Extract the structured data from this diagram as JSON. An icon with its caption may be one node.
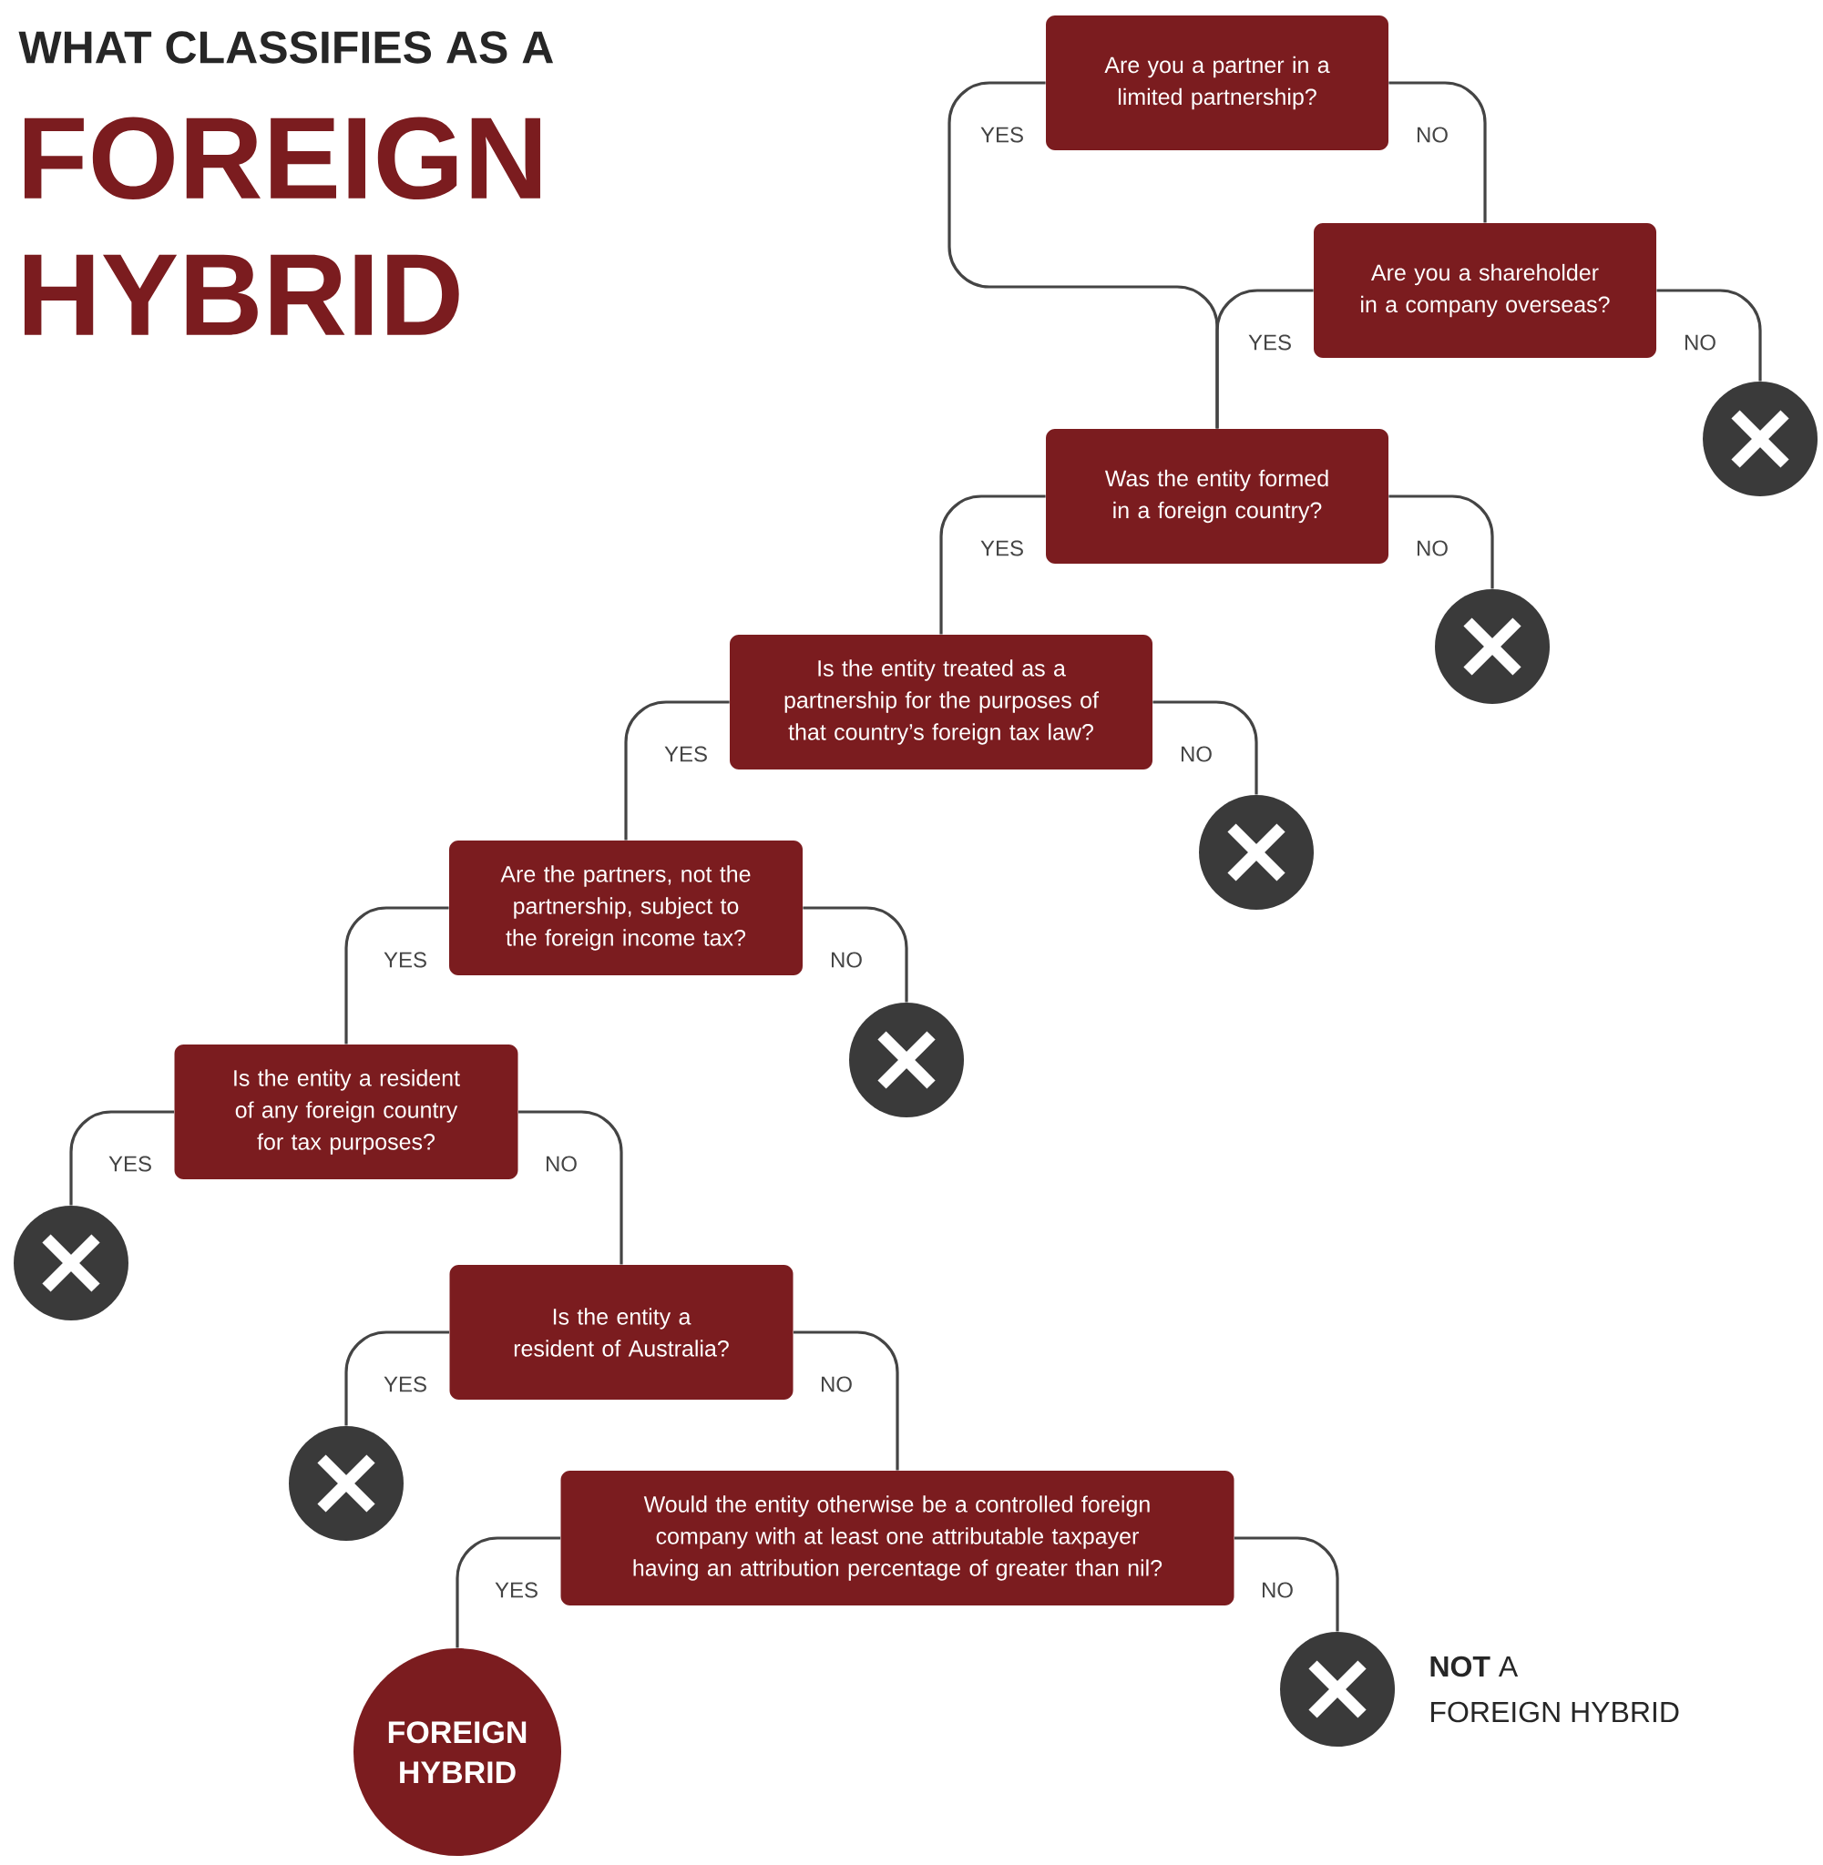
{
  "diagram": {
    "title": "WHAT CLASSIFIES AS A",
    "nodes": [
      {
        "text": [
          "Are you a partner in a limited partnership?"
        ]
      },
      {
        "text": [
          "Are you a shareholder in a company overseas?"
        ]
      },
      {
        "text": [],
        "shape": "circle"
      },
      {
        "text": [
          "Was the entity formed in a foreign country?"
        ]
      },
      {
        "text": [],
        "shape": "circle"
      },
      {
        "text": [
          "Is the entity treated as a partnership for the purposes of that country’s foreign tax law?"
        ]
      },
      {
        "text": [],
        "shape": "circle"
      },
      {
        "text": [
          "Are the partners, not the partnership, subject to the foreign income tax?"
        ]
      },
      {
        "text": [],
        "shape": "circle"
      },
      {
        "text": [
          "Is the entity a resident of any foreign country for tax purposes?"
        ]
      },
      {
        "text": [],
        "shape": "circle"
      },
      {
        "text": [
          "Is the entity a resident of Australia?"
        ]
      },
      {
        "text": [],
        "shape": "circle"
      },
      {
        "text": [
          "Would the entity otherwise be a controlled foreign company with at least one attributable taxpayer having an attribution percentage of greater than nil?"
        ]
      },
      {
        "text": [
          "FOREIGN HYBRID"
        ]
      },
      {
        "text": [],
        "shape": "circle",
        "beside": [
          "**NOT** A",
          "FOREIGN HYBRID"
        ]
      }
    ],
    "edges": [
      {
        "from": 0,
        "to": 3,
        "arrow": "none",
        "label": "YES"
      },
      {
        "from": 0,
        "to": 1,
        "arrow": "none",
        "label": "NO"
      },
      {
        "from": 1,
        "to": 3,
        "arrow": "none",
        "label": "YES"
      },
      {
        "from": 1,
        "to": 2,
        "arrow": "none",
        "label": "NO"
      },
      {
        "from": 3,
        "to": 5,
        "arrow": "none",
        "label": "YES"
      },
      {
        "from": 3,
        "to": 4,
        "arrow": "none",
        "label": "NO"
      },
      {
        "from": 5,
        "to": 7,
        "arrow": "none",
        "label": "YES"
      },
      {
        "from": 5,
        "to": 6,
        "arrow": "none",
        "label": "NO"
      },
      {
        "from": 7,
        "to": 9,
        "arrow": "none",
        "label": "YES"
      },
      {
        "from": 7,
        "to": 8,
        "arrow": "none",
        "label": "NO"
      },
      {
        "from": 9,
        "to": 10,
        "arrow": "none",
        "label": "YES"
      },
      {
        "from": 9,
        "to": 11,
        "arrow": "none",
        "label": "NO"
      },
      {
        "from": 11,
        "to": 12,
        "arrow": "none",
        "label": "YES"
      },
      {
        "from": 11,
        "to": 13,
        "arrow": "none",
        "label": "NO"
      },
      {
        "from": 13,
        "to": 14,
        "arrow": "none",
        "label": "YES"
      },
      {
        "from": 13,
        "to": 15,
        "arrow": "none",
        "label": "NO"
      }
    ],
    "labels": [
      "FOREIGN HYBRID"
    ]
  }
}
